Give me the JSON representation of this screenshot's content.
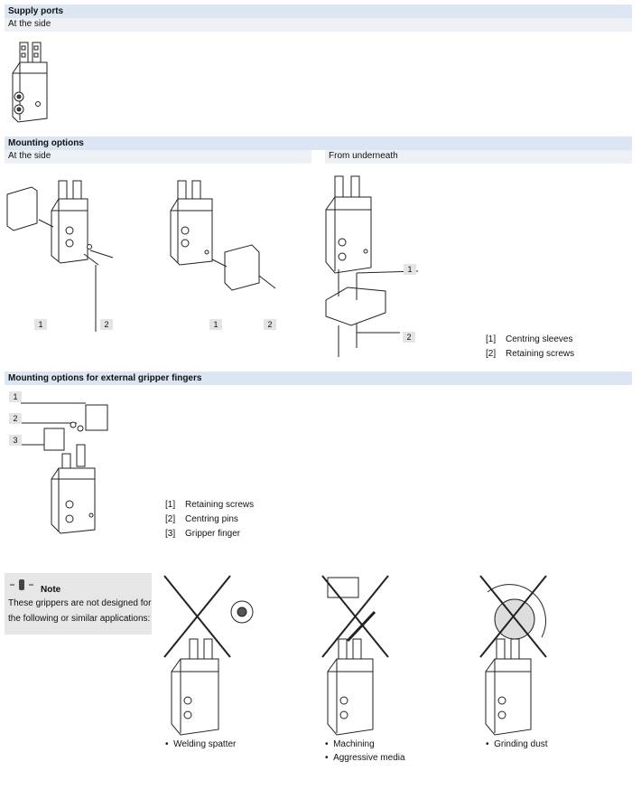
{
  "supply": {
    "title": "Supply ports",
    "sub": "At the side"
  },
  "mounting": {
    "title": "Mounting options",
    "sub_side": "At the side",
    "sub_under": "From underneath",
    "side_labels": [
      "1",
      "2",
      "1",
      "2"
    ],
    "under_labels": [
      "1",
      "2"
    ],
    "legend": [
      {
        "key": "[1]",
        "text": "Centring sleeves"
      },
      {
        "key": "[2]",
        "text": "Retaining screws"
      }
    ]
  },
  "external": {
    "title": "Mounting options for external gripper fingers",
    "labels": [
      "1",
      "2",
      "3"
    ],
    "legend": [
      {
        "key": "[1]",
        "text": "Retaining screws"
      },
      {
        "key": "[2]",
        "text": "Centring pins"
      },
      {
        "key": "[3]",
        "text": "Gripper finger"
      }
    ]
  },
  "note": {
    "title": "Note",
    "text_line1": "These grippers are not designed for",
    "text_line2": "the following or similar applications:",
    "icon": "info-icon"
  },
  "applications": [
    {
      "items": [
        "Welding spatter"
      ]
    },
    {
      "items": [
        "Machining",
        "Aggressive media"
      ]
    },
    {
      "items": [
        "Grinding dust"
      ]
    }
  ]
}
